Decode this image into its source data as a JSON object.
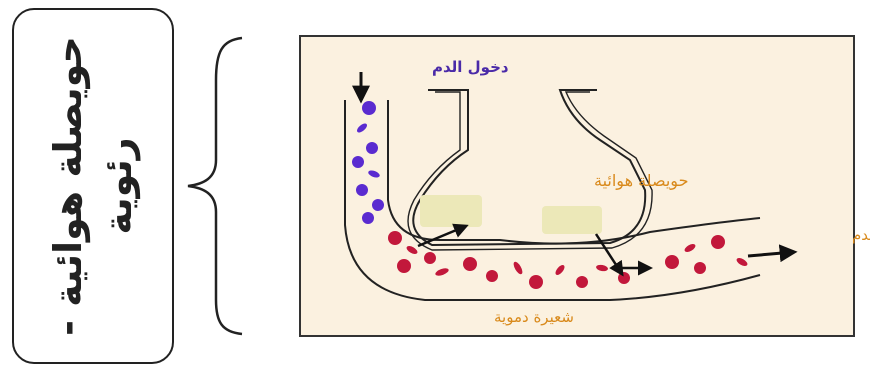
{
  "label": {
    "line1": "حويصلة هوائية -",
    "line2": "رئوية"
  },
  "diagram": {
    "blood_in": "دخول الدم",
    "alveolus": "حويصلة هوائية",
    "blood_out": "روج الدم",
    "capillary": "شعيرة دموية"
  },
  "colors": {
    "panel_bg": "#fbf1e0",
    "label_orange": "#d98a1c",
    "label_purple": "#4a2aa8",
    "deoxygenated_cell": "#5a2bd0",
    "oxygenated_cell": "#c2183b",
    "gas_patch": "#ece8b8"
  }
}
